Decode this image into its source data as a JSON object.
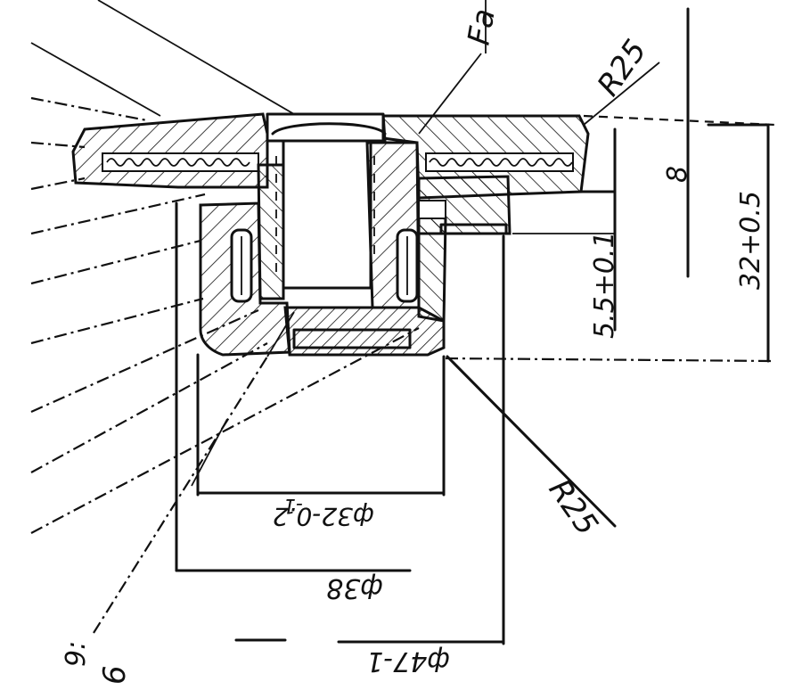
{
  "labels": {
    "top_right_partial": "Fa",
    "radius_top": "R25",
    "height_small": "8",
    "height_mid": "5.5+0.1",
    "height_total": "32+0.5",
    "radius_bottom": "R25",
    "dia_inner": "ф32-0.2",
    "dia_inner_top": "-1",
    "dia_mid": "ф38",
    "dia_outer": "ф47-1",
    "left_partial_a": "9:",
    "left_partial_b": "6"
  }
}
